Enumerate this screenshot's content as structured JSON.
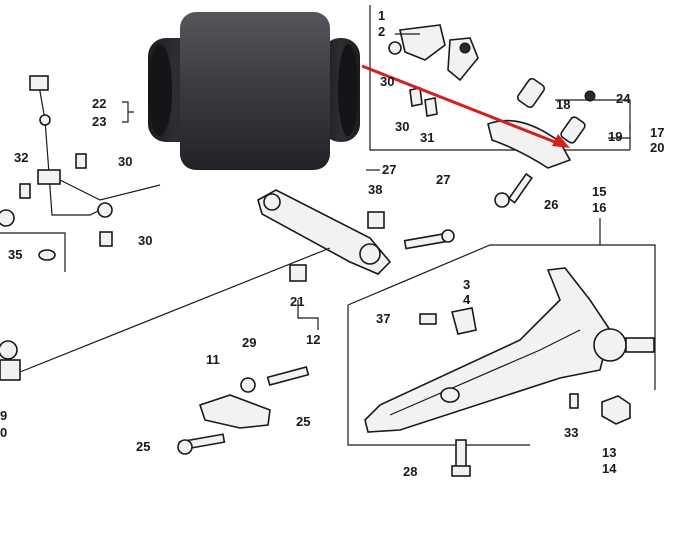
{
  "labels": {
    "l1": "1",
    "l2": "2",
    "l3": "3",
    "l4": "4",
    "l11": "11",
    "l12": "12",
    "l13": "13",
    "l14": "14",
    "l15": "15",
    "l16": "16",
    "l17": "17",
    "l18": "18",
    "l19": "19",
    "l20": "20",
    "l21": "21",
    "l22": "22",
    "l23": "23",
    "l24": "24",
    "l25a": "25",
    "l25b": "25",
    "l26": "26",
    "l27a": "27",
    "l27b": "27",
    "l28": "28",
    "l29": "29",
    "l30a": "30",
    "l30b": "30",
    "l30c": "30",
    "l30d": "30",
    "l31": "31",
    "l32": "32",
    "l33": "33",
    "l35": "35",
    "l37": "37",
    "l38": "38",
    "edge9": "9",
    "edge0": "0"
  },
  "colors": {
    "arrow": "#d42020",
    "bushing": "#3a3a3e",
    "ink": "#1a1a1a"
  }
}
